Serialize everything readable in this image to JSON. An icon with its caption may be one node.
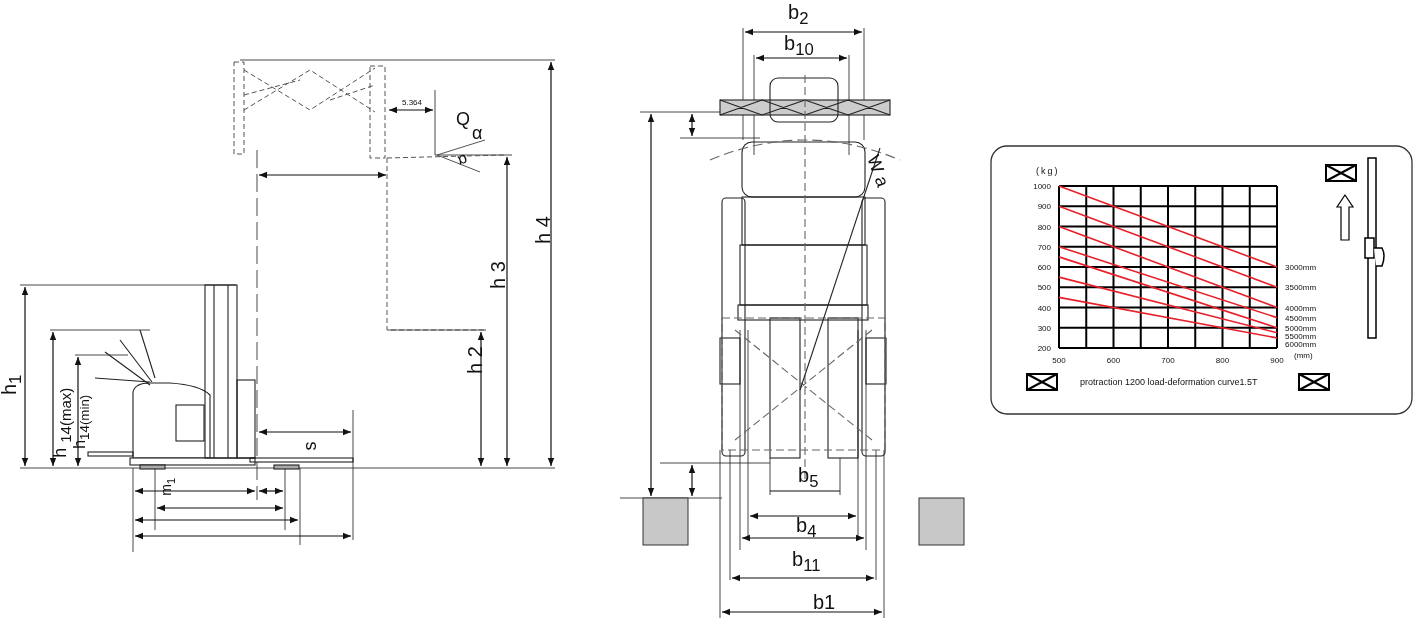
{
  "diagram": {
    "labels": [
      "b$_{2}$",
      "b$_{10}$",
      "5.364",
      "Q",
      "α",
      "W a",
      "α",
      "h 4",
      "h 3",
      "h$_{1}$",
      "h 2",
      "h $_{14(max)}$",
      "h$_{14(min)}$",
      "s",
      "b$_{5}$",
      "m$_{1}$",
      "b$_{4}$",
      "b$_{11}$",
      "b1"
    ],
    "chart_data": {
      "type": "line",
      "title": "protraction 1200 load-deformation curve1.5T",
      "xlabel": "(mm)",
      "ylabel": "(kg)",
      "x": [
        500,
        900
      ],
      "series": [
        {
          "name": "3000mm",
          "color": "#e8202a",
          "values": [
            1000,
            600
          ]
        },
        {
          "name": "3500mm",
          "color": "#e8202a",
          "values": [
            900,
            500
          ]
        },
        {
          "name": "4000mm",
          "color": "#e8202a",
          "values": [
            800,
            400
          ]
        },
        {
          "name": "4500mm",
          "color": "#e8202a",
          "values": [
            700,
            350
          ]
        },
        {
          "name": "5000mm",
          "color": "#e8202a",
          "values": [
            650,
            300
          ]
        },
        {
          "name": "5500mm",
          "color": "#e8202a",
          "values": [
            550,
            275
          ]
        },
        {
          "name": "6000mm",
          "color": "#e8202a",
          "values": [
            450,
            250
          ]
        }
      ],
      "grid": true,
      "xlim": [
        500,
        900
      ],
      "ylim": [
        200,
        1000
      ],
      "xticks": [
        500,
        600,
        700,
        800,
        900
      ],
      "yticks": [
        200,
        300,
        400,
        500,
        600,
        700,
        800,
        900,
        1000
      ]
    }
  }
}
